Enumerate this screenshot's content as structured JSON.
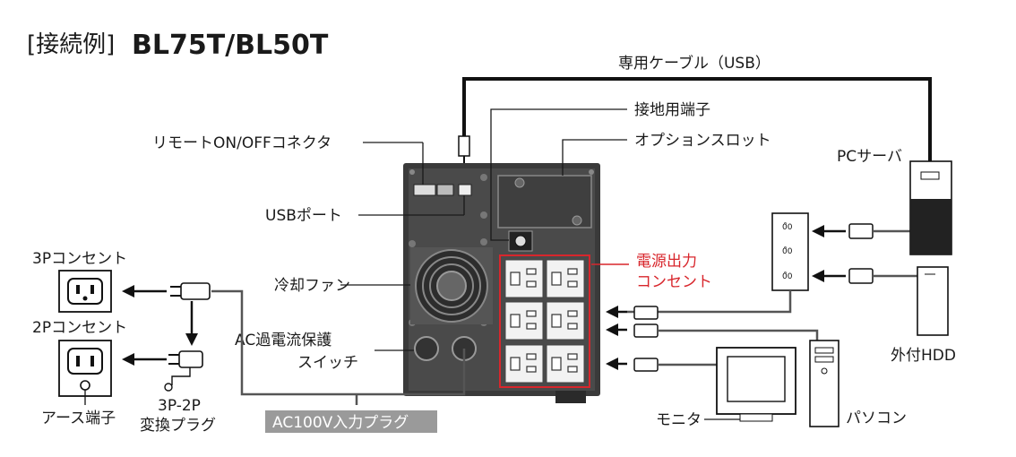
{
  "title": {
    "prefix": "[接続例]",
    "model": "BL75T/BL50T"
  },
  "labels": {
    "usb_cable": "専用ケーブル（USB）",
    "ground_terminal": "接地用端子",
    "remote_connector": "リモートON/OFFコネクタ",
    "option_slot": "オプションスロット",
    "usb_port": "USBポート",
    "pc_server": "PCサーバ",
    "outlet_3p": "3Pコンセント",
    "outlet_2p": "2Pコンセント",
    "cooling_fan": "冷却ファン",
    "power_output_1": "電源出力",
    "power_output_2": "コンセント",
    "ac_breaker_1": "AC過電流保護",
    "ac_breaker_2": "スイッチ",
    "earth_terminal": "アース端子",
    "adapter_1": "3P-2P",
    "adapter_2": "変換プラグ",
    "input_plug": "AC100V入力プラグ",
    "monitor": "モニタ",
    "pc": "パソコン",
    "ext_hdd": "外付HDD"
  },
  "colors": {
    "highlight": "#d8262c",
    "badge": "#9a9a9a"
  }
}
